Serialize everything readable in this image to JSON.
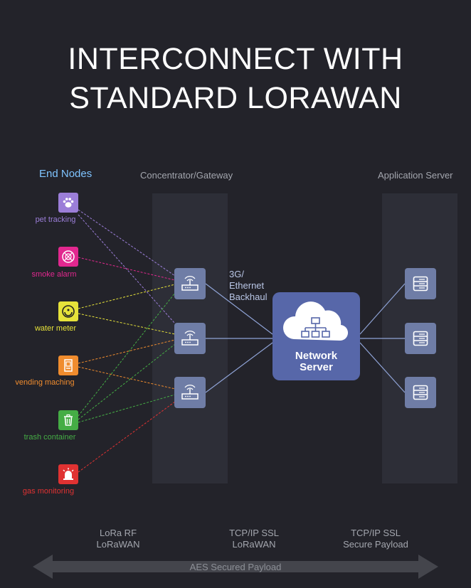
{
  "title": {
    "line1": "INTERCONNECT WITH",
    "line2": "STANDARD LORAWAN"
  },
  "headers": {
    "end_nodes": "End Nodes",
    "gateway": "Concentrator/Gateway",
    "app_server": "Application Server"
  },
  "end_nodes": [
    {
      "label": "pet tracking",
      "color": "#9b7ed8",
      "icon": "paw-icon"
    },
    {
      "label": "smoke alarm",
      "color": "#e2288f",
      "icon": "smoke-detector-icon"
    },
    {
      "label": "water meter",
      "color": "#e6e23a",
      "icon": "meter-icon"
    },
    {
      "label": "vending maching",
      "color": "#f08c2e",
      "icon": "vending-machine-icon"
    },
    {
      "label": "trash container",
      "color": "#45ad45",
      "icon": "trash-icon"
    },
    {
      "label": "gas monitoring",
      "color": "#e03232",
      "icon": "alarm-light-icon"
    }
  ],
  "backhaul": {
    "line1": "3G/",
    "line2": "Ethernet",
    "line3": "Backhaul"
  },
  "network_server": {
    "line1": "Network",
    "line2": "Server",
    "icon": "cloud-network-icon"
  },
  "footer": {
    "col1": {
      "line1": "LoRa RF",
      "line2": "LoRaWAN"
    },
    "col2": {
      "line1": "TCP/IP SSL",
      "line2": "LoRaWAN"
    },
    "col3": {
      "line1": "TCP/IP SSL",
      "line2": "Secure Payload"
    }
  },
  "aes": "AES Secured Payload",
  "colors": {
    "background": "#23232a",
    "band": "#2d2e37",
    "device": "#6f7da6",
    "network_server": "#5767a9",
    "link": "#8fa3d6"
  }
}
